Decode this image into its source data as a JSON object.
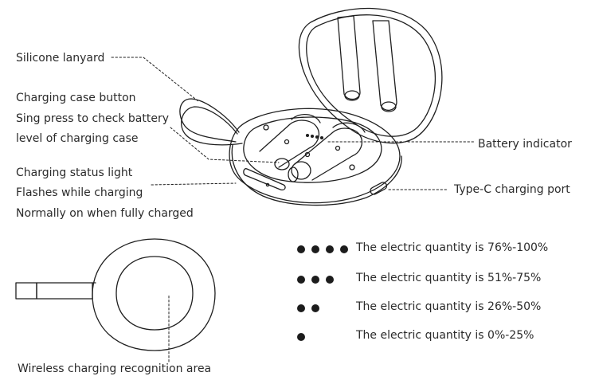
{
  "callouts": {
    "lanyard": "Silicone lanyard",
    "case_button": [
      "Charging case button",
      "Sing press to check battery",
      "level of charging case"
    ],
    "status_light": [
      "Charging status light",
      "Flashes while charging",
      "Normally on when fully charged"
    ],
    "battery_indicator": "Battery indicator",
    "typec_port": "Type-C charging port",
    "wireless_area": "Wireless charging recognition area"
  },
  "battery_legend": [
    {
      "dots": 4,
      "text": "The electric quantity is 76%-100%"
    },
    {
      "dots": 3,
      "text": "The electric quantity is 51%-75%"
    },
    {
      "dots": 2,
      "text": "The electric quantity is 26%-50%"
    },
    {
      "dots": 1,
      "text": "The electric quantity is 0%-25%"
    }
  ],
  "colors": {
    "line": "#1f1f1f",
    "text": "#2b2b2b",
    "dot": "#1c1c1c"
  }
}
